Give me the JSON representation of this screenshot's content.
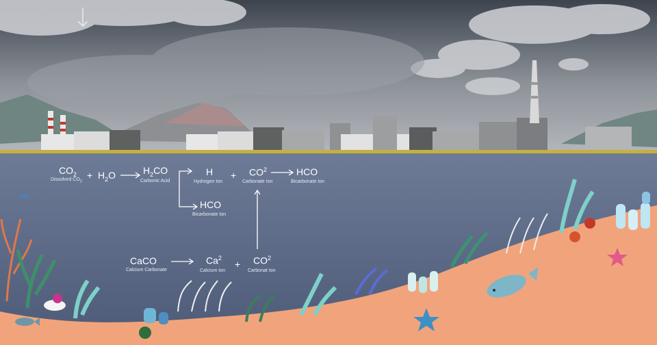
{
  "colors": {
    "sky_top": "#3f4650",
    "sky_bottom": "#a9adb3",
    "ocean_top": "#6b7894",
    "ocean_bottom": "#4d5b78",
    "sand": "#f0a77f",
    "shoreline": "#c9b13a",
    "label": "#ffffff"
  },
  "eq1": {
    "co2": "CO",
    "co2_sub": "2",
    "co2_name": "Dissolved CO",
    "co2_name_sub": "2",
    "plus1": "+",
    "h2o_a": "H",
    "h2o_sub": "2",
    "h2o_b": "O",
    "h2co_a": "H",
    "h2co_sub": "2",
    "h2co_b": "CO",
    "h2co_name": "Carbonic Acid",
    "h": "H",
    "h_name": "Hydrogen Ion",
    "plus2": "+",
    "co3": "CO",
    "co3_sup": "2",
    "co3_name": "Carbonate Ion",
    "hco_right": "HCO",
    "hco_right_name": "Bicarbonate Ion",
    "hco_down": "HCO",
    "hco_down_name": "Bicarbonate Ion"
  },
  "eq2": {
    "caco": "CaCO",
    "caco_name": "Calcium Carbonate",
    "ca": "Ca",
    "ca_sup": "2",
    "ca_name": "Calcium Ion",
    "plus": "+",
    "co": "CO",
    "co_sup": "2",
    "co_name": "Carbonat Ion"
  },
  "icons": [
    "down-arrow-icon",
    "factory-icon",
    "smokestack-icon",
    "coral-icon",
    "starfish-icon",
    "fish-icon",
    "sea-urchin-icon"
  ]
}
